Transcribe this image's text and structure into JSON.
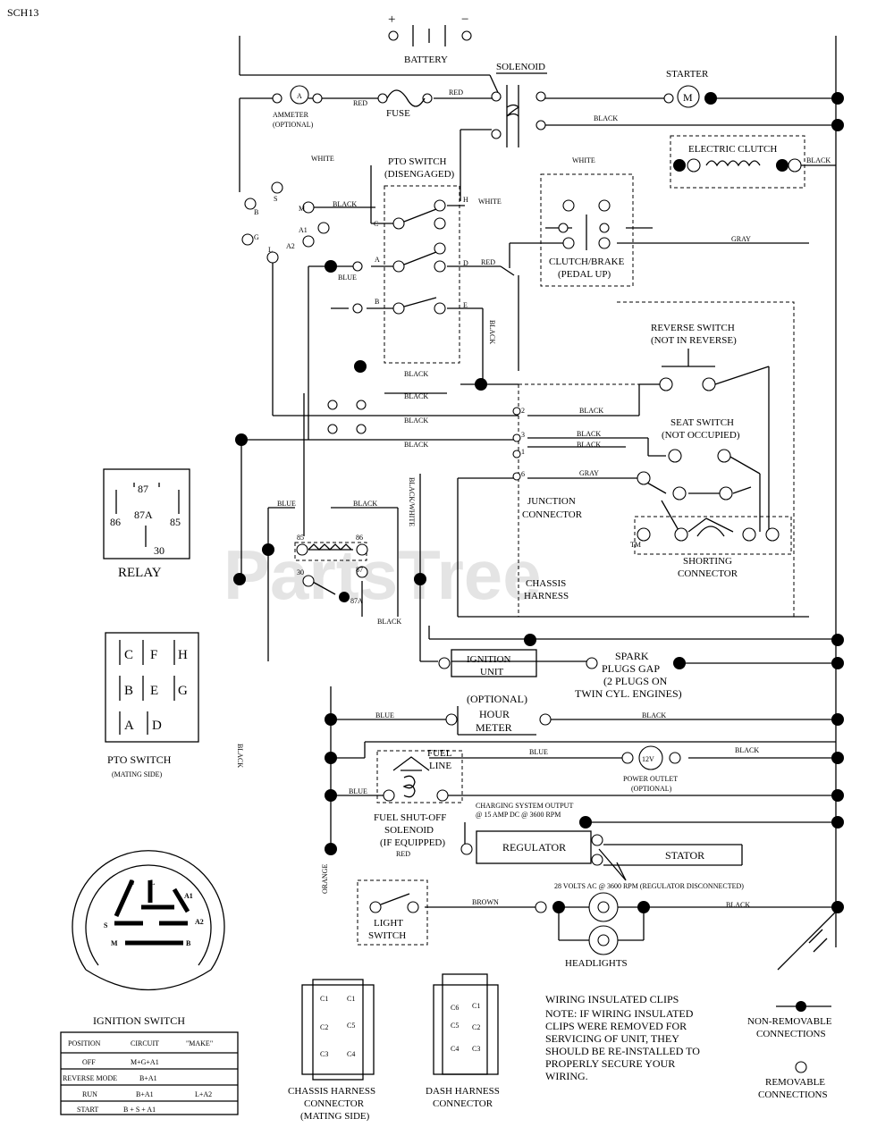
{
  "page_code": "SCH13",
  "watermark": "PartsTree",
  "watermark_tm": "TM",
  "components": {
    "battery": "BATTERY",
    "battery_plus": "+",
    "battery_minus": "−",
    "solenoid": "SOLENOID",
    "starter": "STARTER",
    "starter_symbol": "M",
    "ammeter": "AMMETER",
    "ammeter_optional": "(OPTIONAL)",
    "ammeter_symbol": "A",
    "fuse": "FUSE",
    "electric_clutch": "ELECTRIC CLUTCH",
    "pto_switch": "PTO SWITCH",
    "pto_state": "(DISENGAGED)",
    "clutch_brake": "CLUTCH/BRAKE",
    "clutch_brake_state": "(PEDAL UP)",
    "reverse_switch": "REVERSE SWITCH",
    "reverse_state": "(NOT IN REVERSE)",
    "seat_switch": "SEAT SWITCH",
    "seat_state": "(NOT OCCUPIED)",
    "junction_connector_1": "JUNCTION",
    "junction_connector_2": "CONNECTOR",
    "shorting_connector_1": "SHORTING",
    "shorting_connector_2": "CONNECTOR",
    "chassis_harness_1": "CHASSIS",
    "chassis_harness_2": "HARNESS",
    "ignition_unit_1": "IGNITION",
    "ignition_unit_2": "UNIT",
    "spark_plugs_1": "SPARK",
    "spark_plugs_2": "PLUGS GAP",
    "spark_plugs_3": "(2 PLUGS ON",
    "spark_plugs_4": "TWIN CYL. ENGINES)",
    "hour_meter_optional": "(OPTIONAL)",
    "hour_meter_1": "HOUR",
    "hour_meter_2": "METER",
    "fuel_line_1": "FUEL",
    "fuel_line_2": "LINE",
    "power_outlet_symbol": "12V",
    "power_outlet_1": "POWER OUTLET",
    "power_outlet_2": "(OPTIONAL)",
    "fuel_shutoff_1": "FUEL SHUT-OFF",
    "fuel_shutoff_2": "SOLENOID",
    "fuel_shutoff_3": "(IF EQUIPPED)",
    "charging_output_1": "CHARGING SYSTEM OUTPUT",
    "charging_output_2": "@ 15 AMP DC @ 3600 RPM",
    "regulator": "REGULATOR",
    "stator": "STATOR",
    "stator_note": "28 VOLTS AC @ 3600 RPM (REGULATOR DISCONNECTED)",
    "light_switch_1": "LIGHT",
    "light_switch_2": "SWITCH",
    "headlights": "HEADLIGHTS",
    "relay": "RELAY",
    "relay_87": "87",
    "relay_87a": "87A",
    "relay_86": "86",
    "relay_85": "85",
    "relay_30": "30",
    "pto_mating_1": "PTO SWITCH",
    "pto_mating_2": "(MATING SIDE)",
    "ignition_switch": "IGNITION SWITCH",
    "chassis_conn_1": "CHASSIS HARNESS",
    "chassis_conn_2": "CONNECTOR",
    "chassis_conn_3": "(MATING SIDE)",
    "dash_conn_1": "DASH HARNESS",
    "dash_conn_2": "CONNECTOR"
  },
  "wire_colors": {
    "red": "RED",
    "black": "BLACK",
    "white": "WHITE",
    "blue": "BLUE",
    "gray": "GRAY",
    "brown": "BROWN",
    "orange": "ORANGE",
    "black_white": "BLACK/WHITE"
  },
  "ignition_terminals": [
    "G",
    "L",
    "A1",
    "S",
    "A2",
    "M",
    "B"
  ],
  "ign_switch_terminals": [
    "B",
    "S",
    "M",
    "A1",
    "G",
    "L",
    "A2"
  ],
  "pto_terminals": [
    "C",
    "F",
    "H",
    "B",
    "E",
    "G",
    "A",
    "D"
  ],
  "junction_pins": [
    "2",
    "3",
    "1",
    "6"
  ],
  "relay_pins": [
    "85",
    "86",
    "30",
    "87",
    "87A"
  ],
  "harness_cells": [
    "C1",
    "C1",
    "C2",
    "C5",
    "C3",
    "C4"
  ],
  "dash_cells": [
    "C6",
    "C1",
    "C5",
    "C2",
    "C4",
    "C3"
  ],
  "ignition_table": {
    "headers": [
      "POSITION",
      "CIRCUIT",
      "\"MAKE\""
    ],
    "rows": [
      [
        "OFF",
        "M+G+A1",
        ""
      ],
      [
        "REVERSE MODE",
        "B+A1",
        ""
      ],
      [
        "RUN",
        "B+A1",
        "L+A2"
      ],
      [
        "START",
        "B + S + A1",
        ""
      ]
    ]
  },
  "notes": {
    "clips_title": "WIRING INSULATED CLIPS",
    "clips_1": "NOTE: IF WIRING INSULATED",
    "clips_2": "CLIPS WERE REMOVED FOR",
    "clips_3": "SERVICING OF UNIT, THEY",
    "clips_4": "SHOULD BE RE-INSTALLED TO",
    "clips_5": "PROPERLY SECURE YOUR",
    "clips_6": "WIRING.",
    "non_removable_1": "NON-REMOVABLE",
    "non_removable_2": "CONNECTIONS",
    "removable_1": "REMOVABLE",
    "removable_2": "CONNECTIONS"
  }
}
